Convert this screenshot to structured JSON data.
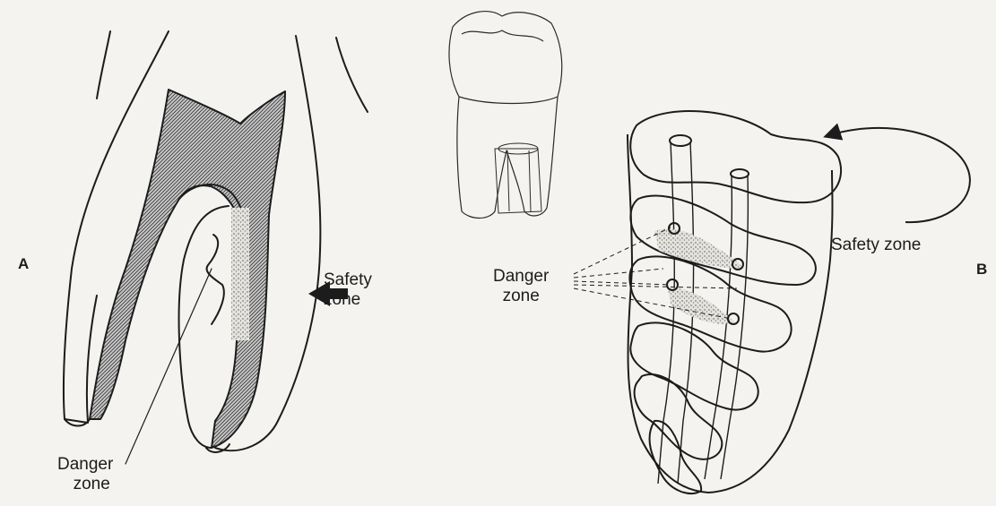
{
  "panel_a": {
    "letter": "A",
    "safety_zone": [
      "Safety",
      "zone"
    ],
    "danger_zone": [
      "Danger",
      "zone"
    ]
  },
  "panel_b": {
    "letter": "B",
    "safety_zone": "Safety zone",
    "danger_zone": [
      "Danger",
      "zone"
    ]
  },
  "colors": {
    "line": "#1c1c1c",
    "dentin_fill": "#9a9a9a",
    "danger_stipple": "#b8b8b8",
    "background": "#f4f3ef"
  }
}
